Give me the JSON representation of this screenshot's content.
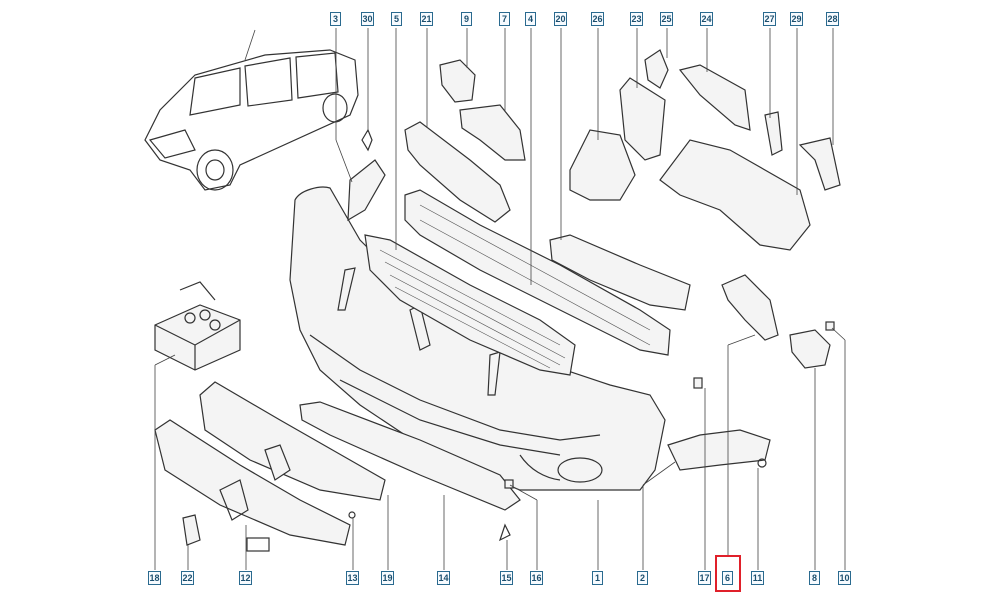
{
  "diagram": {
    "top_callouts": [
      "3",
      "30",
      "5",
      "21",
      "9",
      "7",
      "4",
      "20",
      "26",
      "23",
      "25",
      "24",
      "27",
      "29",
      "28"
    ],
    "bottom_callouts": [
      "18",
      "22",
      "12",
      "13",
      "19",
      "14",
      "15",
      "16",
      "1",
      "2",
      "17",
      "6",
      "11",
      "8",
      "10"
    ],
    "highlighted_callout": "6",
    "colors": {
      "callout_border": "#2a6a8f",
      "callout_text": "#1c4f6e",
      "highlight": "#e0202a",
      "line": "#333333"
    }
  }
}
